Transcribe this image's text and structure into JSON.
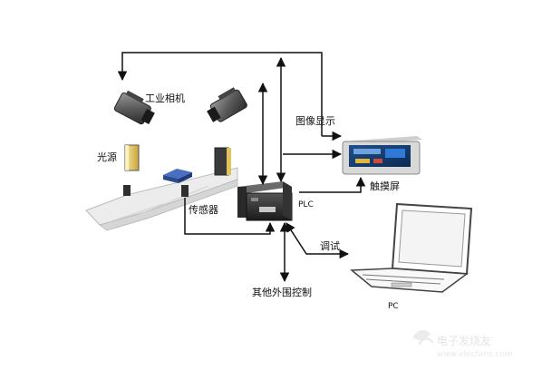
{
  "labels": {
    "industrial_camera": "工业相机",
    "image_display": "图像显示",
    "light_source": "光源",
    "sensor": "传感器",
    "plc": "PLC",
    "touch_screen": "触摸屏",
    "debug": "调试",
    "other_peripheral_control": "其他外围控制",
    "pc": "PC"
  },
  "watermark": {
    "brand": "电子发烧友",
    "url": "www.elecfans.com"
  }
}
